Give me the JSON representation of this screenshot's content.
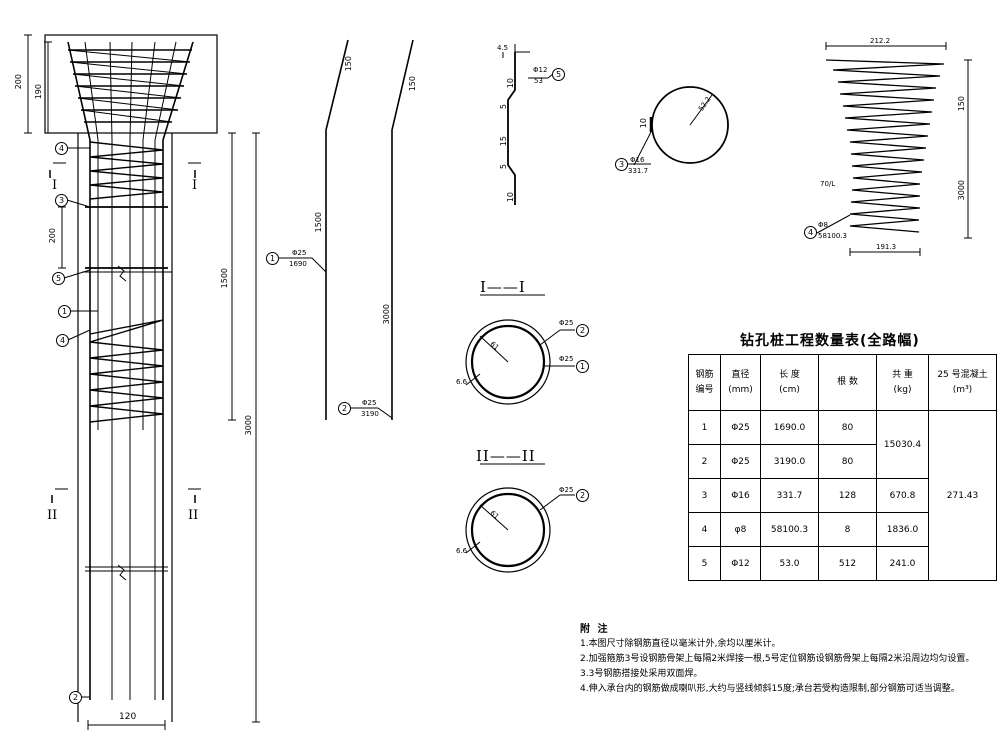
{
  "pile_elevation": {
    "dims": {
      "top_cap": "200",
      "cap_inner": "190",
      "spacing": "200",
      "mid": "1500",
      "full": "3000",
      "width": "120"
    },
    "section_marks": {
      "one": "I",
      "two": "II"
    },
    "circle_labels": [
      "4",
      "3",
      "5",
      "1",
      "4",
      "2"
    ]
  },
  "bar1": {
    "num": "1",
    "spec": "Φ25",
    "length": "1690",
    "seg_top": "150",
    "seg_bot": "1500"
  },
  "bar2": {
    "num": "2",
    "spec": "Φ25",
    "length": "3190",
    "seg_top": "150",
    "seg_bot": "3000"
  },
  "bar5": {
    "num": "5",
    "spec": "Φ12",
    "length": "53",
    "dim_top": "4.5",
    "dims": [
      "10",
      "5",
      "15",
      "5",
      "10"
    ]
  },
  "bar3": {
    "num": "3",
    "spec": "Φ16",
    "length": "331.7",
    "radius": "52.2",
    "lap": "10"
  },
  "bar4": {
    "num": "4",
    "spec": "Φ8",
    "length": "58100.3",
    "top_dim": "212.2",
    "bot_dim": "191.3",
    "h1": "150",
    "h2": "3000",
    "pitch": "70/L"
  },
  "section1": {
    "label": "I——I",
    "r": "61",
    "cover": "6.6",
    "spec_a": "Φ25",
    "num_a": "2",
    "spec_b": "Φ25",
    "num_b": "1"
  },
  "section2": {
    "label": "II——II",
    "r": "61",
    "cover": "6.6",
    "spec_a": "Φ25",
    "num_a": "2"
  },
  "table": {
    "title": "钻孔桩工程数量表(全路幅)",
    "headers": {
      "bar_no_1": "钢筋",
      "bar_no_2": "编号",
      "dia_1": "直径",
      "dia_2": "(mm)",
      "len_1": "长  度",
      "len_2": "(cm)",
      "count": "根  数",
      "wt_1": "共  重",
      "wt_2": "(kg)",
      "conc_1": "25 号混凝土",
      "conc_2": "(m³)"
    },
    "rows": [
      {
        "no": "1",
        "dia": "Φ25",
        "len": "1690.0",
        "count": "80"
      },
      {
        "no": "2",
        "dia": "Φ25",
        "len": "3190.0",
        "count": "80"
      },
      {
        "no": "3",
        "dia": "Φ16",
        "len": "331.7",
        "count": "128",
        "wt": "670.8"
      },
      {
        "no": "4",
        "dia": "φ8",
        "len": "58100.3",
        "count": "8",
        "wt": "1836.0"
      },
      {
        "no": "5",
        "dia": "Φ12",
        "len": "53.0",
        "count": "512",
        "wt": "241.0"
      }
    ],
    "wt_merged": "15030.4",
    "concrete": "271.43"
  },
  "notes": {
    "title": "附  注",
    "items": [
      "1.本图尺寸除钢筋直径以毫米计外,余均以厘米计。",
      "2.加强箍筋3号设钢筋骨架上每隔2米焊接一根,5号定位钢筋设钢筋骨架上每隔2米沿周边均匀设置。",
      "3.3号钢筋搭接处采用双面焊。",
      "4.伸入承台内的钢筋做成喇叭形,大约与竖线倾斜15度;承台若受构造限制,部分钢筋可适当调整。"
    ]
  }
}
